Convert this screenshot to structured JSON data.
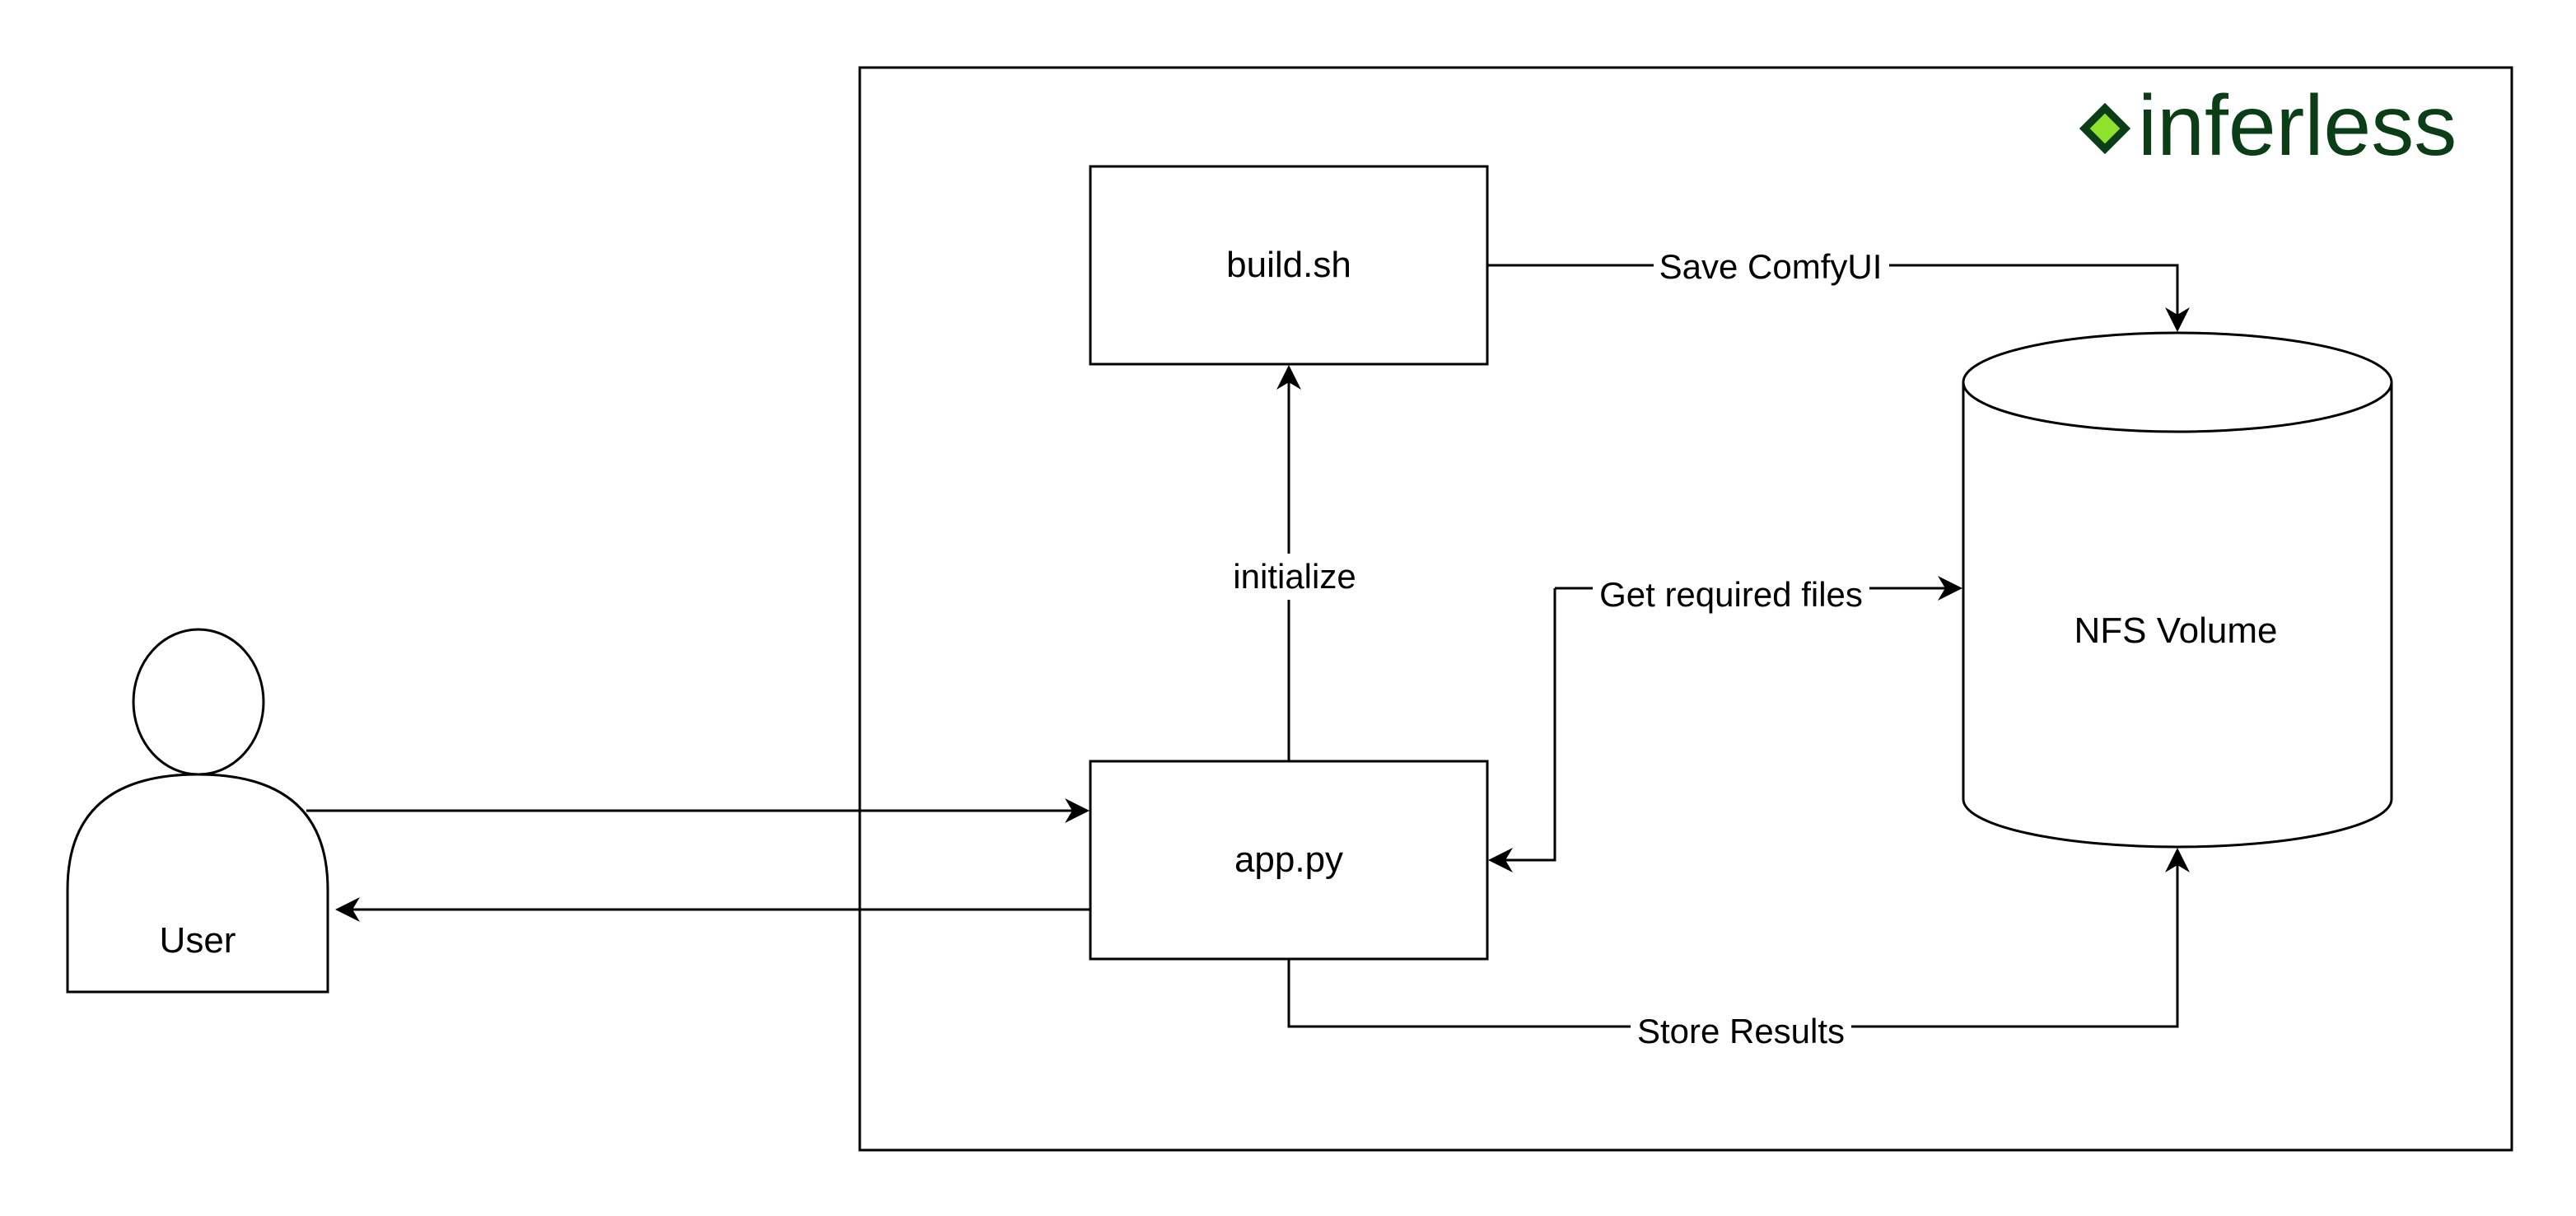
{
  "diagram": {
    "nodes": {
      "user": {
        "label": "User"
      },
      "build": {
        "label": "build.sh"
      },
      "app": {
        "label": "app.py"
      },
      "nfs": {
        "label": "NFS Volume"
      }
    },
    "edges": {
      "save_comfyui": {
        "label": "Save ComfyUI"
      },
      "initialize": {
        "label": "initialize"
      },
      "get_required_files": {
        "label": "Get required files"
      },
      "store_results": {
        "label": "Store Results"
      }
    },
    "brand": {
      "name": "inferless",
      "icon": "diamond-logo-icon",
      "colors": {
        "text": "#0b3d16",
        "diamond_outer": "#0b3d16",
        "diamond_inner": "#8fe22b"
      }
    }
  }
}
